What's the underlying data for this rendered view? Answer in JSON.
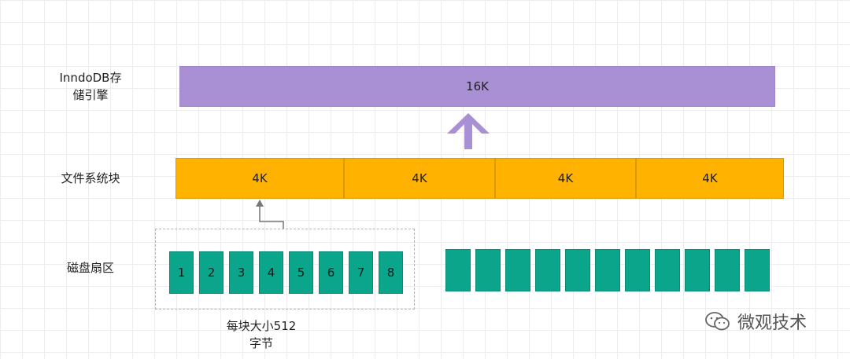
{
  "labels": {
    "innodb": "InndoDB存储引擎",
    "innodb_line1": "InndoDB存",
    "innodb_line2": "储引擎",
    "fs": "文件系统块",
    "sector": "磁盘扇区"
  },
  "innodb_page": {
    "size": "16K"
  },
  "fs_blocks": [
    "4K",
    "4K",
    "4K",
    "4K"
  ],
  "sectors": {
    "numbered": [
      "1",
      "2",
      "3",
      "4",
      "5",
      "6",
      "7",
      "8"
    ],
    "unnumbered_count": 11
  },
  "sector_caption": {
    "line1": "每块大小512",
    "line2": "字节"
  },
  "watermark": {
    "text": "微观技术"
  },
  "colors": {
    "innodb": "#a98fd4",
    "fs": "#ffb300",
    "sector": "#0aa58a",
    "arrow": "#a98fd4"
  }
}
